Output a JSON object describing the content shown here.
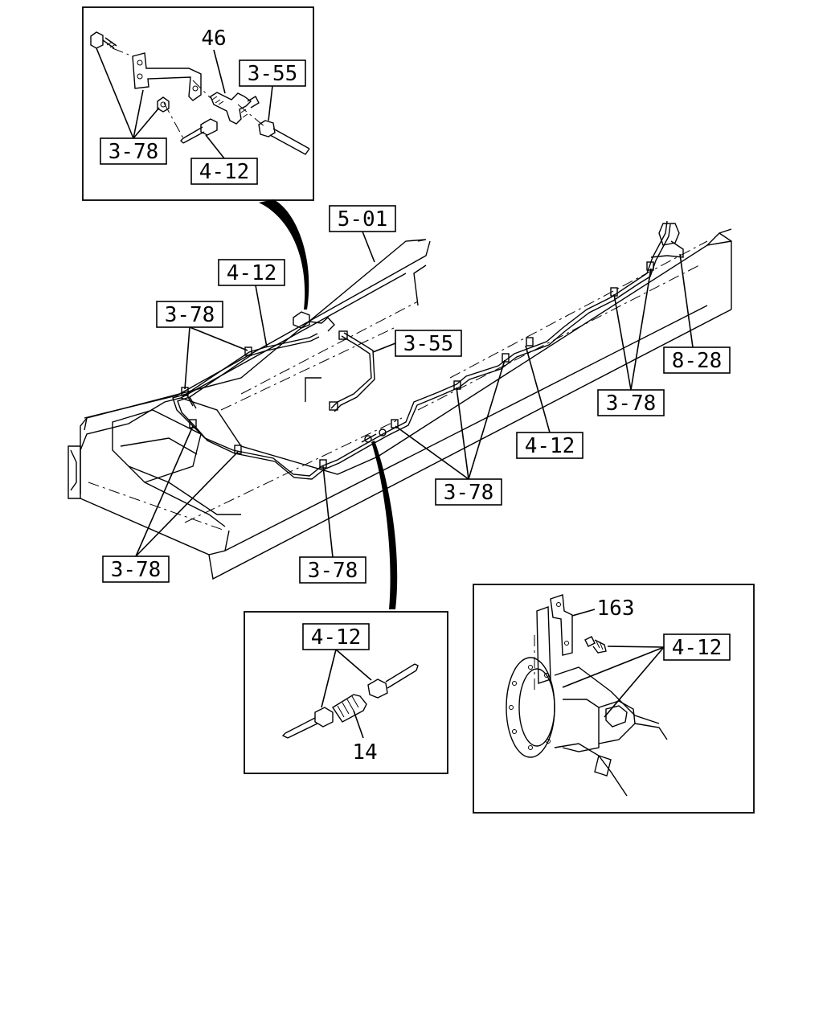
{
  "labels": {
    "tl_46": "46",
    "tl_355": "3-55",
    "tl_378": "3-78",
    "tl_412": "4-12",
    "m_501": "5-01",
    "m_412a": "4-12",
    "m_378a": "3-78",
    "m_355": "3-55",
    "m_828": "8-28",
    "m_378b": "3-78",
    "m_412b": "4-12",
    "m_378c": "3-78",
    "m_378d": "3-78",
    "m_378e": "3-78",
    "bm_412": "4-12",
    "bm_14": "14",
    "br_163": "163",
    "br_412": "4-12"
  }
}
